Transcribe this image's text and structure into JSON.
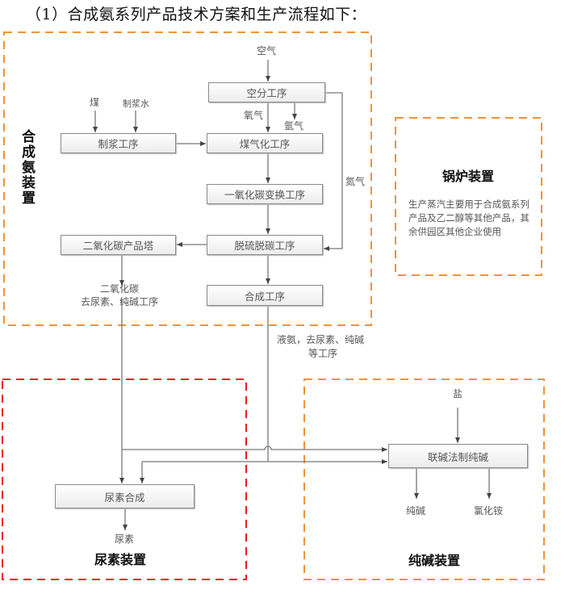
{
  "heading": "（1）合成氨系列产品技术方案和生产流程如下：",
  "colors": {
    "orange_frame": "#f0923a",
    "red_frame": "#ee1c1c",
    "line": "#666666"
  },
  "units": {
    "ammonia": {
      "title": "合成氨装置"
    },
    "boiler": {
      "title": "锅炉装置",
      "description": "生产蒸汽主要用于合成氨系列产品及乙二醇等其他产品，其余供园区其他企业使用"
    },
    "urea": {
      "title": "尿素装置"
    },
    "soda": {
      "title": "纯碱装置"
    }
  },
  "processes": {
    "air_separation": "空分工序",
    "slurry": "制浆工序",
    "gasification": "煤气化工序",
    "co_shift": "一氧化碳变换工序",
    "desulfurization": "脱硫脱碳工序",
    "co2_tower": "二氧化碳产品塔",
    "synthesis": "合成工序",
    "urea_synthesis": "尿素合成",
    "soda_process": "联碱法制纯碱"
  },
  "streams": {
    "air": "空气",
    "coal": "煤",
    "slurry_water": "制浆水",
    "oxygen": "氧气",
    "argon": "氩气",
    "nitrogen": "氮气",
    "co2_line1": "二氧化碳",
    "co2_line2": "去尿素、纯碱工序",
    "nh3_line1": "液氨，去尿素、纯碱",
    "nh3_line2": "等工序",
    "salt": "盐",
    "urea": "尿素",
    "soda_ash": "纯碱",
    "ammonium_chloride": "氯化铵"
  }
}
